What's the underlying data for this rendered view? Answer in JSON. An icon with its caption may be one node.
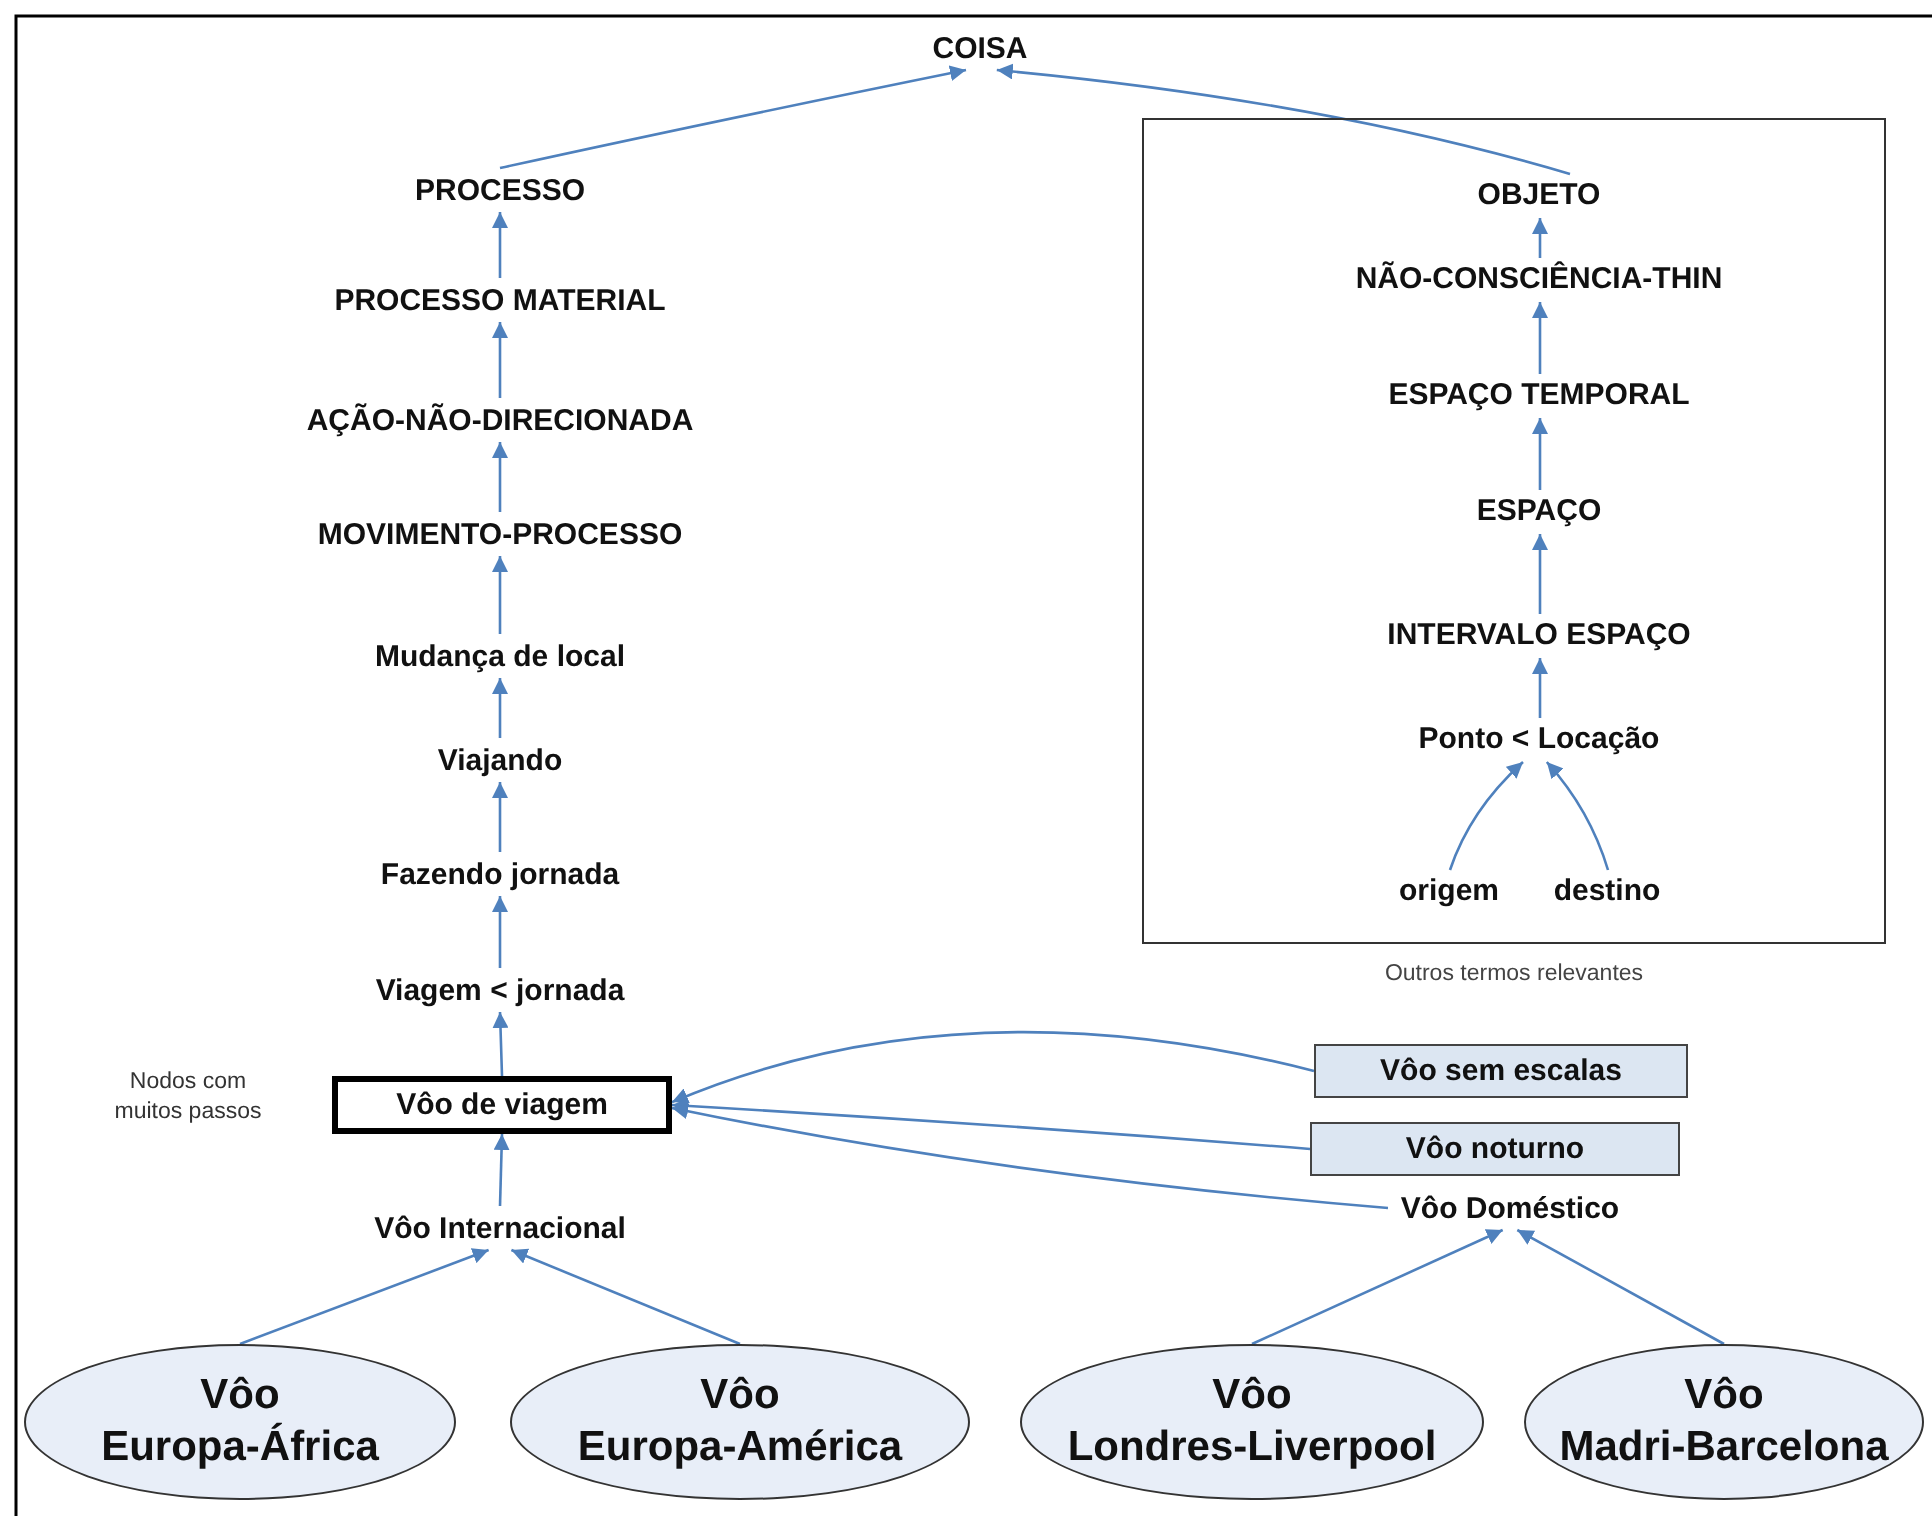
{
  "diagram": {
    "nodes": [
      {
        "text": [
          "COISA"
        ]
      },
      {
        "text": [
          "PROCESSO"
        ]
      },
      {
        "text": [
          "PROCESSO MATERIAL"
        ]
      },
      {
        "text": [
          "AÇÃO-NÃO-DIRECIONADA"
        ]
      },
      {
        "text": [
          "MOVIMENTO-PROCESSO"
        ]
      },
      {
        "text": [
          "Mudança de local"
        ]
      },
      {
        "text": [
          "Viajando"
        ]
      },
      {
        "text": [
          "Fazendo jornada"
        ]
      },
      {
        "text": [
          "Viagem < jornada"
        ]
      },
      {
        "text": [
          "Vôo de viagem"
        ],
        "beside": [
          "Nodos com muitos passos"
        ]
      },
      {
        "text": [
          "Vôo Internacional"
        ]
      },
      {
        "text": [
          "Vôo Europa-África"
        ]
      },
      {
        "text": [
          "Vôo Europa-América"
        ]
      },
      {
        "text": [
          "Outros termos relevantes"
        ]
      },
      {
        "text": [
          "OBJETO"
        ],
        "in": 13
      },
      {
        "text": [
          "NÃO-CONSCIÊNCIA-THIN"
        ],
        "in": 13
      },
      {
        "text": [
          "ESPAÇO TEMPORAL"
        ],
        "in": 13
      },
      {
        "text": [
          "ESPAÇO"
        ],
        "in": 13
      },
      {
        "text": [
          "INTERVALO ESPAÇO"
        ],
        "in": 13
      },
      {
        "text": [
          "Ponto < Locação"
        ],
        "in": 13
      },
      {
        "text": [
          "origem"
        ],
        "in": 13
      },
      {
        "text": [
          "destino"
        ],
        "in": 13
      },
      {
        "text": [
          "Vôo sem escalas"
        ]
      },
      {
        "text": [
          "Vôo noturno"
        ]
      },
      {
        "text": [
          "Vôo Doméstico"
        ]
      },
      {
        "text": [
          "Vôo Londres-Liverpool"
        ]
      },
      {
        "text": [
          "Vôo Madri-Barcelona"
        ]
      }
    ],
    "edges": [
      {
        "from": 1,
        "to": 0,
        "arrow": "to"
      },
      {
        "from": 14,
        "to": 0,
        "arrow": "to"
      },
      {
        "from": 2,
        "to": 1,
        "arrow": "to"
      },
      {
        "from": 3,
        "to": 2,
        "arrow": "to"
      },
      {
        "from": 4,
        "to": 3,
        "arrow": "to"
      },
      {
        "from": 5,
        "to": 4,
        "arrow": "to"
      },
      {
        "from": 6,
        "to": 5,
        "arrow": "to"
      },
      {
        "from": 7,
        "to": 6,
        "arrow": "to"
      },
      {
        "from": 8,
        "to": 7,
        "arrow": "to"
      },
      {
        "from": 9,
        "to": 8,
        "arrow": "to"
      },
      {
        "from": 10,
        "to": 9,
        "arrow": "to"
      },
      {
        "from": 11,
        "to": 10,
        "arrow": "to"
      },
      {
        "from": 12,
        "to": 10,
        "arrow": "to"
      },
      {
        "from": 15,
        "to": 14,
        "arrow": "to"
      },
      {
        "from": 16,
        "to": 15,
        "arrow": "to"
      },
      {
        "from": 17,
        "to": 16,
        "arrow": "to"
      },
      {
        "from": 18,
        "to": 17,
        "arrow": "to"
      },
      {
        "from": 19,
        "to": 18,
        "arrow": "to"
      },
      {
        "from": 20,
        "to": 19,
        "arrow": "to"
      },
      {
        "from": 21,
        "to": 19,
        "arrow": "to"
      },
      {
        "from": 22,
        "to": 9,
        "arrow": "to"
      },
      {
        "from": 23,
        "to": 9,
        "arrow": "to"
      },
      {
        "from": 24,
        "to": 9,
        "arrow": "to"
      },
      {
        "from": 25,
        "to": 24,
        "arrow": "to"
      },
      {
        "from": 26,
        "to": 24,
        "arrow": "to"
      }
    ]
  }
}
